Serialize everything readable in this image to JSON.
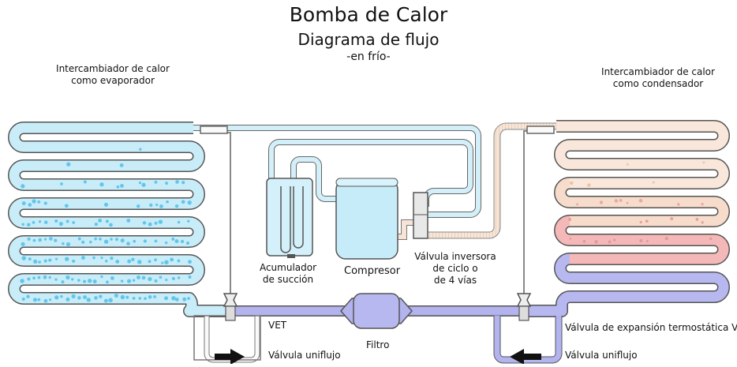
{
  "title": "Bomba de Calor",
  "subtitle": "Diagrama de flujo",
  "mode": "-en frío-",
  "labels": {
    "evaporator_1": "Intercambiador de calor",
    "evaporator_2": "como evaporador",
    "condenser_1": "Intercambiador de calor",
    "condenser_2": "como condensador",
    "accumulator_1": "Acumulador",
    "accumulator_2": "de succión",
    "compressor": "Compresor",
    "reversing_1": "Válvula inversora",
    "reversing_2": "de ciclo o",
    "reversing_3": "de 4 vías",
    "vet_left": "VET",
    "vet_right": "Válvula de expansión termostática VET",
    "filter": "Filtro",
    "check_left": "Válvula uniflujo",
    "check_right": "Válvula uniflujo"
  },
  "colors": {
    "liquid_line": "#b0b0ee",
    "cold_coil": "#c6ecf8",
    "cold_bubbles": "#62c6ec",
    "suction_gas": "#cdeef9",
    "discharge_gas": "#f6e0d0",
    "hot_coil": "#f5b6b6",
    "outline": "#555555"
  }
}
